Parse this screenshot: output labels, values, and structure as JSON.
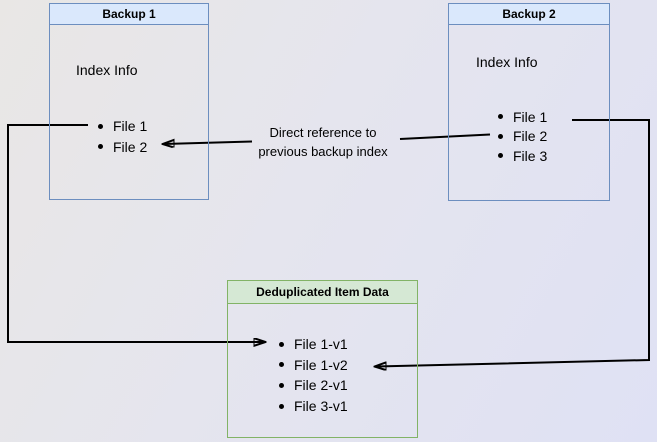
{
  "diagram": {
    "backup1": {
      "title": "Backup 1",
      "section_label": "Index Info",
      "items": [
        "File 1",
        "File 2"
      ]
    },
    "backup2": {
      "title": "Backup 2",
      "section_label": "Index Info",
      "items": [
        "File 1",
        "File 2",
        "File 3"
      ]
    },
    "dedup": {
      "title": "Deduplicated Item Data",
      "items": [
        "File 1-v1",
        "File 1-v2",
        "File 2-v1",
        "File 3-v1"
      ]
    },
    "annotation": {
      "line1": "Direct reference to",
      "line2": "previous backup index"
    },
    "colors": {
      "blue_header_bg": "#dae8fc",
      "blue_border": "#6c8ebf",
      "green_header_bg": "#d5e8d4",
      "green_border": "#82b366",
      "arrow": "#000000",
      "bg_top_left": "#e9e7e5",
      "bg_bottom_right": "#dfe1f4"
    }
  }
}
